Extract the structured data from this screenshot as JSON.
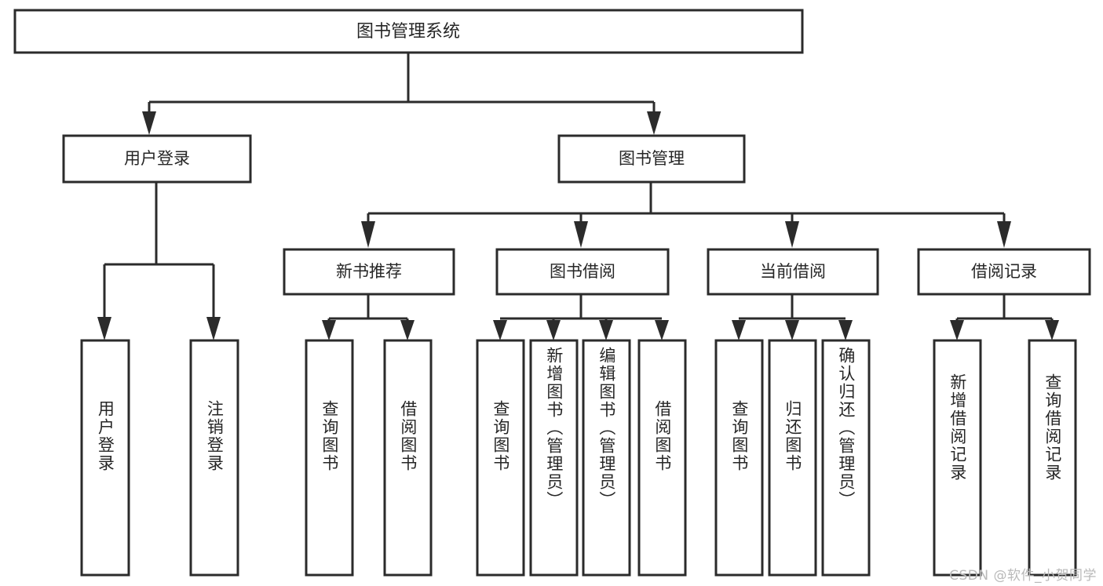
{
  "diagram": {
    "title": "图书管理系统",
    "type": "tree",
    "orientation": "top-down",
    "colors": {
      "box_fill": "#ffffff",
      "box_stroke": "#2b2b2b",
      "text": "#262626",
      "background": "#ffffff",
      "watermark": "#b9b9b9"
    },
    "levels": {
      "root": {
        "label": "图书管理系统"
      },
      "level1": [
        {
          "id": "user-login",
          "label": "用户登录"
        },
        {
          "id": "book-manage",
          "label": "图书管理"
        }
      ],
      "level2": [
        {
          "id": "new-book-recommend",
          "label": "新书推荐",
          "parent": "book-manage"
        },
        {
          "id": "book-borrow",
          "label": "图书借阅",
          "parent": "book-manage"
        },
        {
          "id": "current-borrow",
          "label": "当前借阅",
          "parent": "book-manage"
        },
        {
          "id": "borrow-record",
          "label": "借阅记录",
          "parent": "book-manage"
        }
      ],
      "leaves": [
        {
          "id": "leaf-user-login",
          "label": "用户登录",
          "parent": "user-login"
        },
        {
          "id": "leaf-logout",
          "label": "注销登录",
          "parent": "user-login"
        },
        {
          "id": "leaf-query-book-1",
          "label": "查询图书",
          "parent": "new-book-recommend"
        },
        {
          "id": "leaf-borrow-book-1",
          "label": "借阅图书",
          "parent": "new-book-recommend"
        },
        {
          "id": "leaf-query-book-2",
          "label": "查询图书",
          "parent": "book-borrow"
        },
        {
          "id": "leaf-add-book",
          "label": "新增图书（管理员）",
          "parent": "book-borrow"
        },
        {
          "id": "leaf-edit-book",
          "label": "编辑图书（管理员）",
          "parent": "book-borrow"
        },
        {
          "id": "leaf-borrow-book-2",
          "label": "借阅图书",
          "parent": "book-borrow"
        },
        {
          "id": "leaf-query-book-3",
          "label": "查询图书",
          "parent": "current-borrow"
        },
        {
          "id": "leaf-return-book",
          "label": "归还图书",
          "parent": "current-borrow"
        },
        {
          "id": "leaf-confirm-return",
          "label": "确认归还（管理员）",
          "parent": "current-borrow"
        },
        {
          "id": "leaf-add-record",
          "label": "新增借阅记录",
          "parent": "borrow-record"
        },
        {
          "id": "leaf-query-record",
          "label": "查询借阅记录",
          "parent": "borrow-record"
        }
      ]
    }
  },
  "watermark": {
    "text": "CSDN @软件_小贺同学"
  }
}
